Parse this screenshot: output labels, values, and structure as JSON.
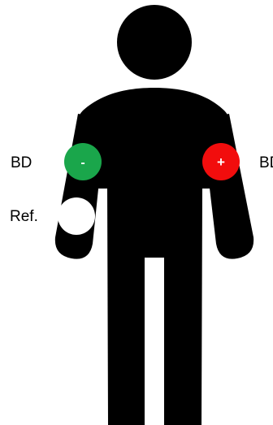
{
  "labels": {
    "left_electrode": "BD",
    "reference": "Ref.",
    "right_electrode": "BD"
  },
  "electrodes": {
    "negative": {
      "sign": "-",
      "color": "#1aa64b"
    },
    "positive": {
      "sign": "+",
      "color": "#f20d0d"
    },
    "reference": {
      "sign": "",
      "color": "#ffffff"
    }
  },
  "colors": {
    "body": "#000000",
    "background": "#ffffff"
  }
}
